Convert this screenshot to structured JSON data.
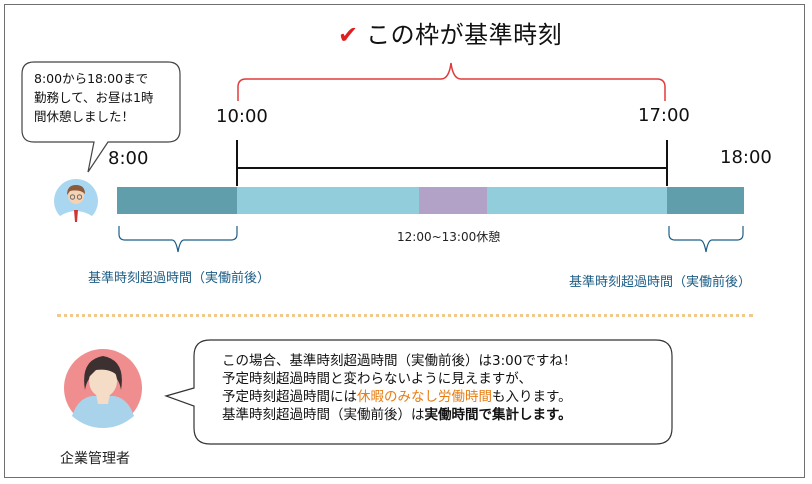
{
  "title": {
    "check_icon": "✔",
    "text": "この枠が基準時刻"
  },
  "employee_speech": {
    "lines": [
      "8:00から18:00まで",
      "勤務して、お昼は1時",
      "間休憩しました！"
    ]
  },
  "timeline": {
    "start_time": "8:00",
    "end_time": "18:00",
    "standard_start": "10:00",
    "standard_end": "17:00",
    "break_label": "12:00~13:00休憩",
    "overtime_label_left": "基準時刻超過時間（実働前後）",
    "overtime_label_right": "基準時刻超過時間（実働前後）"
  },
  "colors": {
    "overtime_segment": "#5f9eaa",
    "work_segment": "#92cddc",
    "break_segment": "#b3a2c7",
    "bracket_red": "#e03c3c",
    "bracket_blue": "#1c5d86",
    "divider": "#f2c98c",
    "highlight_orange": "#e67e14"
  },
  "admin": {
    "role_label": "企業管理者",
    "line1": "この場合、基準時刻超過時間（実働前後）は3:00ですね！",
    "line2": "予定時刻超過時間と変わらないように見えますが、",
    "line3_prefix": "予定時刻超過時間には",
    "line3_highlight": "休暇のみなし労働時間",
    "line3_suffix": "も入ります。",
    "line4_prefix": "基準時刻超過時間（実働前後）は",
    "line4_bold": "実働時間で集計します。"
  }
}
